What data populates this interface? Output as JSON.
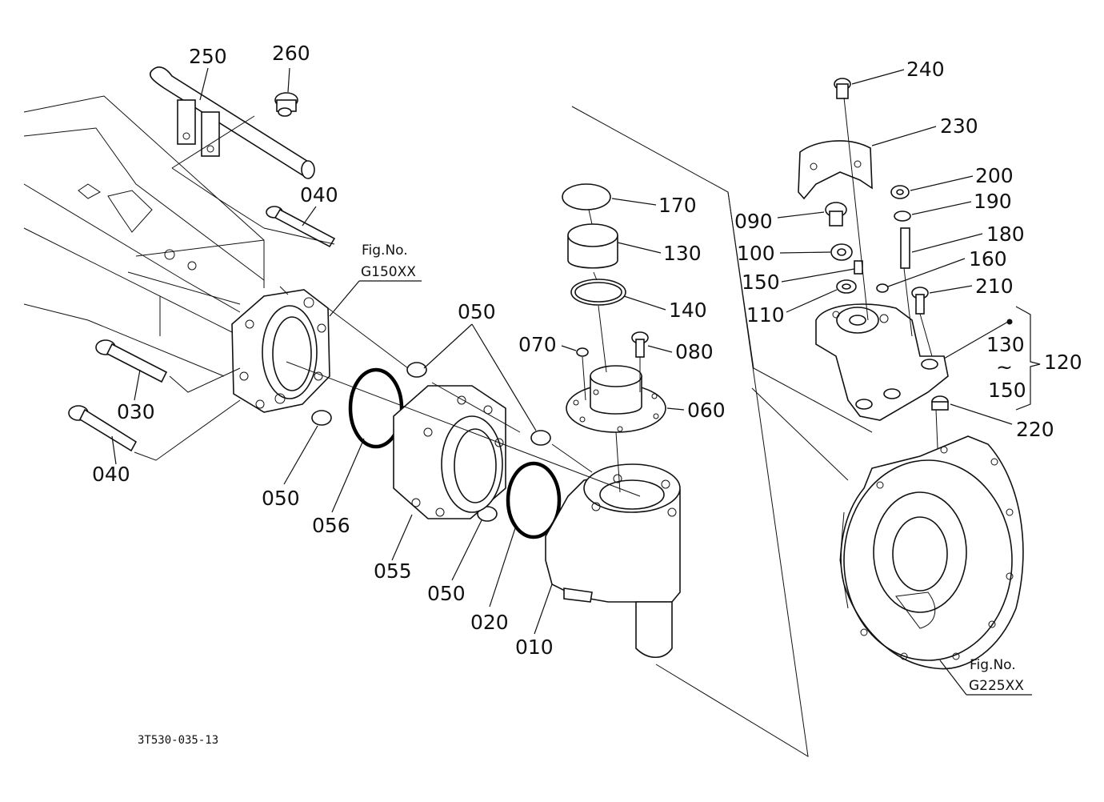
{
  "drawing_code": "3T530-035-13",
  "refs": {
    "top_left": {
      "title": "Fig.No.",
      "code": "G150XX"
    },
    "bottom_right": {
      "title": "Fig.No.",
      "code": "G225XX"
    }
  },
  "callouts": {
    "p250": "250",
    "p260": "260",
    "p040a": "040",
    "p030": "030",
    "p040b": "040",
    "p050a": "050",
    "p050b": "050",
    "p050c": "050",
    "p056": "056",
    "p055": "055",
    "p020": "020",
    "p010": "010",
    "p170": "170",
    "p130": "130",
    "p140": "140",
    "p070": "070",
    "p080": "080",
    "p060": "060",
    "p240": "240",
    "p230": "230",
    "p200": "200",
    "p190": "190",
    "p090": "090",
    "p180": "180",
    "p100": "100",
    "p160": "160",
    "p150": "150",
    "p210": "210",
    "p110": "110",
    "p130r": "130",
    "tilde": "~",
    "p150r": "150",
    "p120": "120",
    "p220": "220"
  }
}
